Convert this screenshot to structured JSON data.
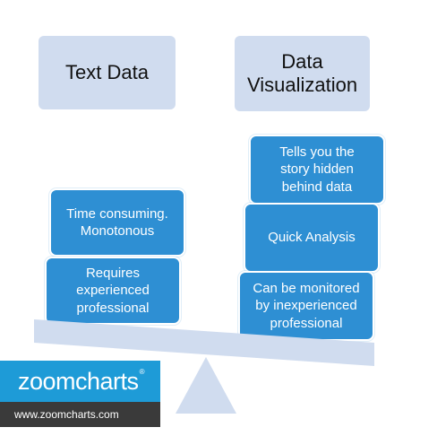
{
  "headers": {
    "left": "Text Data",
    "right": "Data\nVisualization"
  },
  "left_cards": [
    "Time consuming.\nMonotonous",
    "Requires\nexperienced\nprofessional"
  ],
  "right_cards": [
    "Tells you the\nstory hidden\nbehind data",
    "Quick Analysis",
    "Can be monitored\nby inexperienced\nprofessional"
  ],
  "logo": {
    "brand": "zoomcharts",
    "trademark": "®",
    "url": "www.zoomcharts.com"
  },
  "colors": {
    "header_fill": "#d0dcef",
    "card_fill": "#2e8fd3",
    "board_fill": "#d0dcef",
    "logo_blue": "#1e9bd7",
    "logo_dark": "#3a3a3a"
  }
}
